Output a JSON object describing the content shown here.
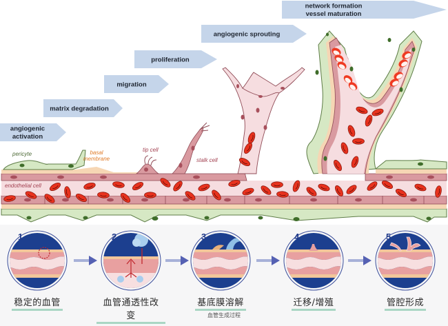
{
  "diagram": {
    "title": "Angiogenesis stages",
    "stages": [
      {
        "label_lines": [
          "angiogenic",
          "activation"
        ]
      },
      {
        "label_lines": [
          "matrix degradation"
        ]
      },
      {
        "label_lines": [
          "migration"
        ]
      },
      {
        "label_lines": [
          "proliferation"
        ]
      },
      {
        "label_lines": [
          "angiogenic sprouting"
        ]
      },
      {
        "label_lines": [
          "network formation",
          "vessel maturation"
        ]
      }
    ],
    "annotations": {
      "pericyte": "pericyte",
      "basal_membrane": [
        "basal",
        "membrane"
      ],
      "tip_cell": "tip cell",
      "stalk_cell": "stalk cell",
      "endothelial_cell": "endothelial cell"
    },
    "colors": {
      "stage_arrow": "#c5d5ea",
      "pericyte": "#d6e8c4",
      "pericyte_nucleus": "#3f6d2a",
      "endothelial": "#d99aa0",
      "basal_membrane": "#f6d6b4",
      "lumen": "#f6dde0",
      "red_blood_cell": "#e8321e",
      "circle_bg": "#1c3f8f",
      "label_underline": "#a9d6c4"
    }
  },
  "steps": [
    {
      "number": "1",
      "label": "稳定的血管"
    },
    {
      "number": "2",
      "label": "血管通透性改变"
    },
    {
      "number": "3",
      "label": "基底膜溶解"
    },
    {
      "number": "4",
      "label": "迁移/增殖"
    },
    {
      "number": "5",
      "label": "管腔形成"
    }
  ],
  "caption": "血管生成过程"
}
